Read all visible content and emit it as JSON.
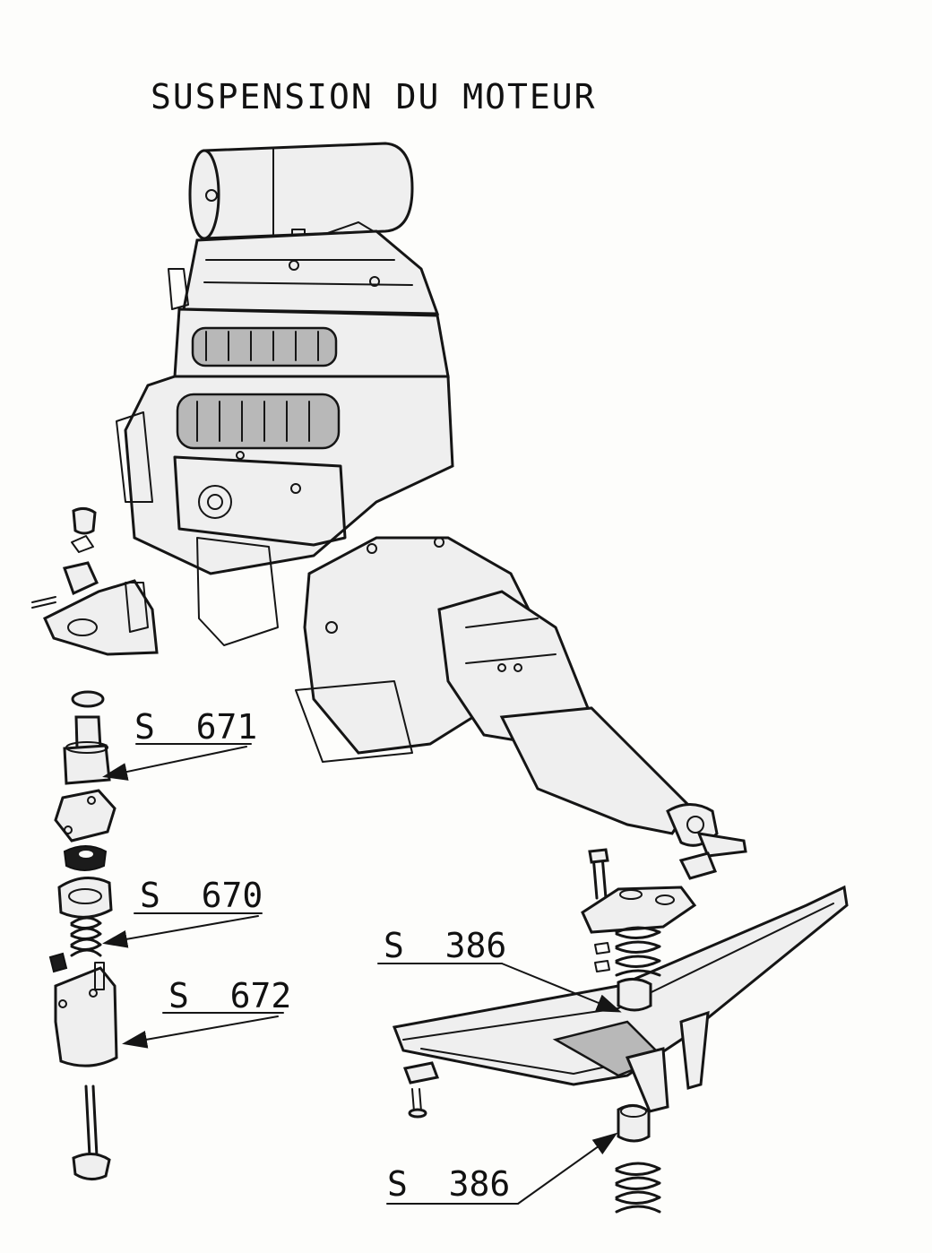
{
  "title": "SUSPENSION DU MOTEUR",
  "callouts": [
    {
      "id": "s671",
      "text": "S  671"
    },
    {
      "id": "s670",
      "text": "S  670"
    },
    {
      "id": "s672",
      "text": "S  672"
    },
    {
      "id": "s386a",
      "text": "S  386"
    },
    {
      "id": "s386b",
      "text": "S  386"
    }
  ],
  "colors": {
    "ink": "#151515",
    "paper": "#fdfdfb"
  }
}
